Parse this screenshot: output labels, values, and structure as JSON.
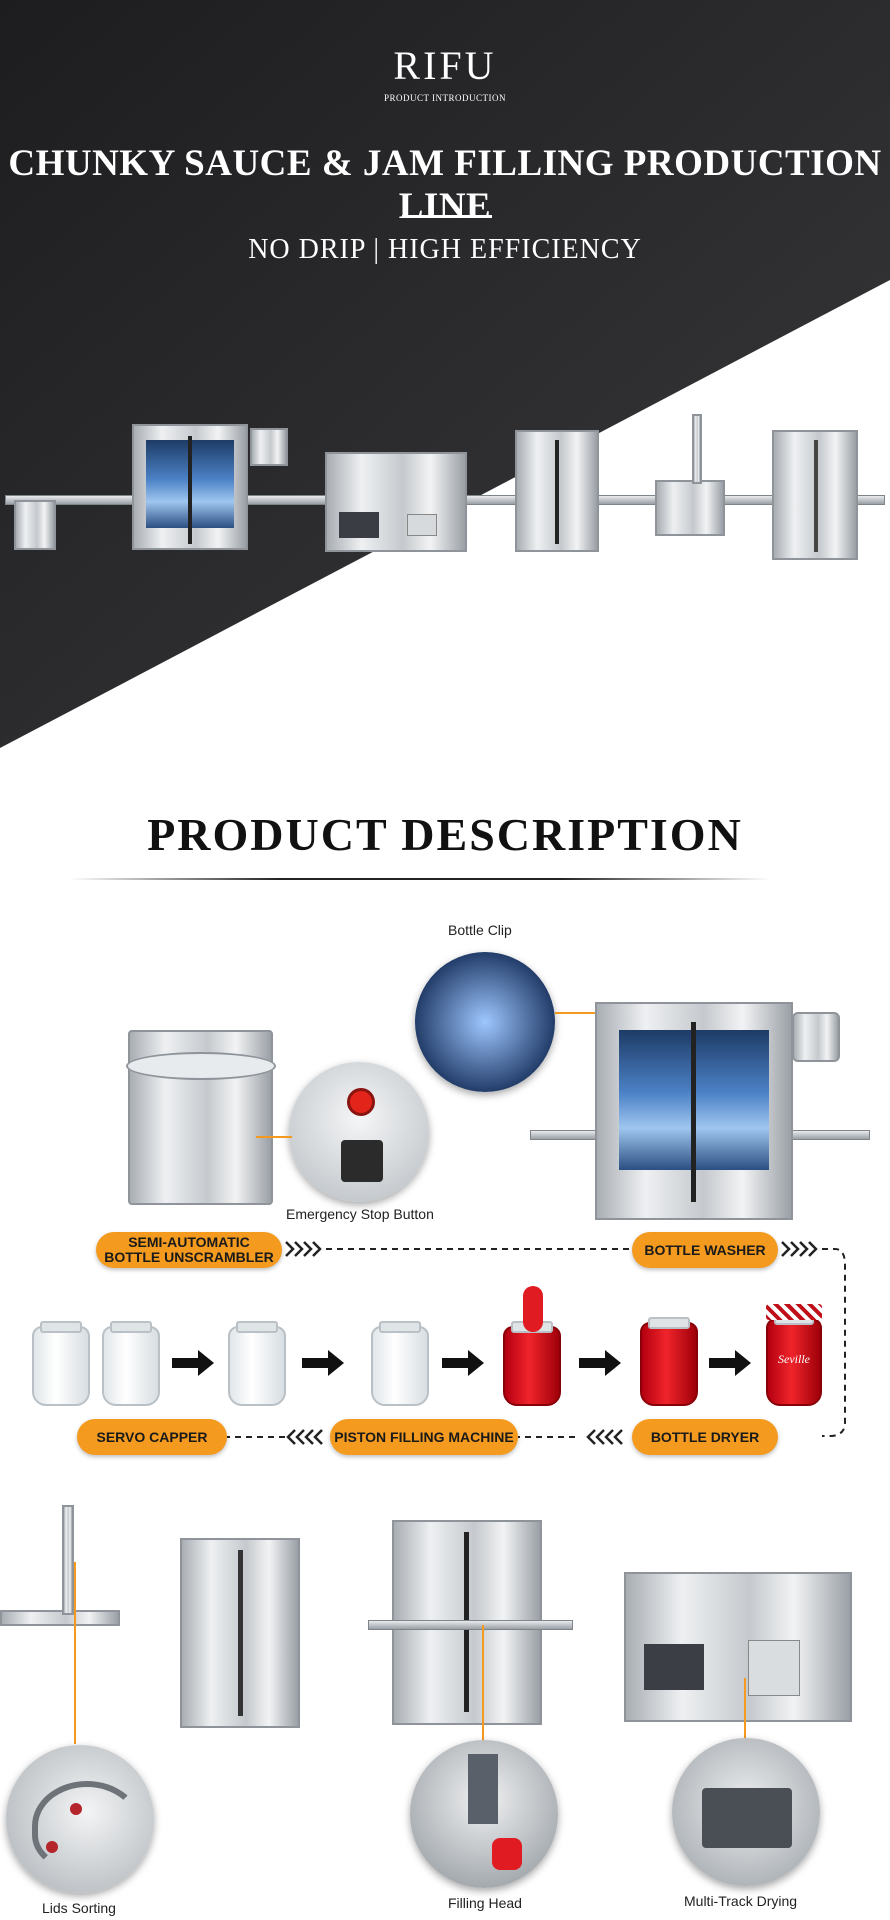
{
  "hero": {
    "brand": "RIFU",
    "brand_subtitle": "PRODUCT INTRODUCTION",
    "title": "CHUNKY SAUCE & JAM FILLING PRODUCTION LINE",
    "tagline": "NO DRIP | HIGH EFFICIENCY"
  },
  "section": {
    "title": "PRODUCT DESCRIPTION"
  },
  "diagram": {
    "callouts": {
      "bottle_clip": "Bottle Clip",
      "emergency_stop": "Emergency Stop Button",
      "lids_sorting": "Lids Sorting",
      "filling_head": "Filling Head",
      "multi_track": "Multi-Track Drying"
    },
    "process_steps": {
      "unscrambler_line1": "SEMI-AUTOMATIC",
      "unscrambler_line2": "BOTTLE UNSCRAMBLER",
      "washer": "BOTTLE WASHER",
      "dryer": "BOTTLE DRYER",
      "filler": "PISTON FILLING MACHINE",
      "capper": "SERVO CAPPER"
    },
    "jar_label": "Seville",
    "colors": {
      "accent_orange": "#f39a1f",
      "hero_dark": "#2b2b2d",
      "jam_red": "#e01b22"
    },
    "icons": [
      "arrow-right-icon",
      "chevron-double-right-icon",
      "chevron-double-left-icon",
      "stop-button-icon"
    ]
  }
}
